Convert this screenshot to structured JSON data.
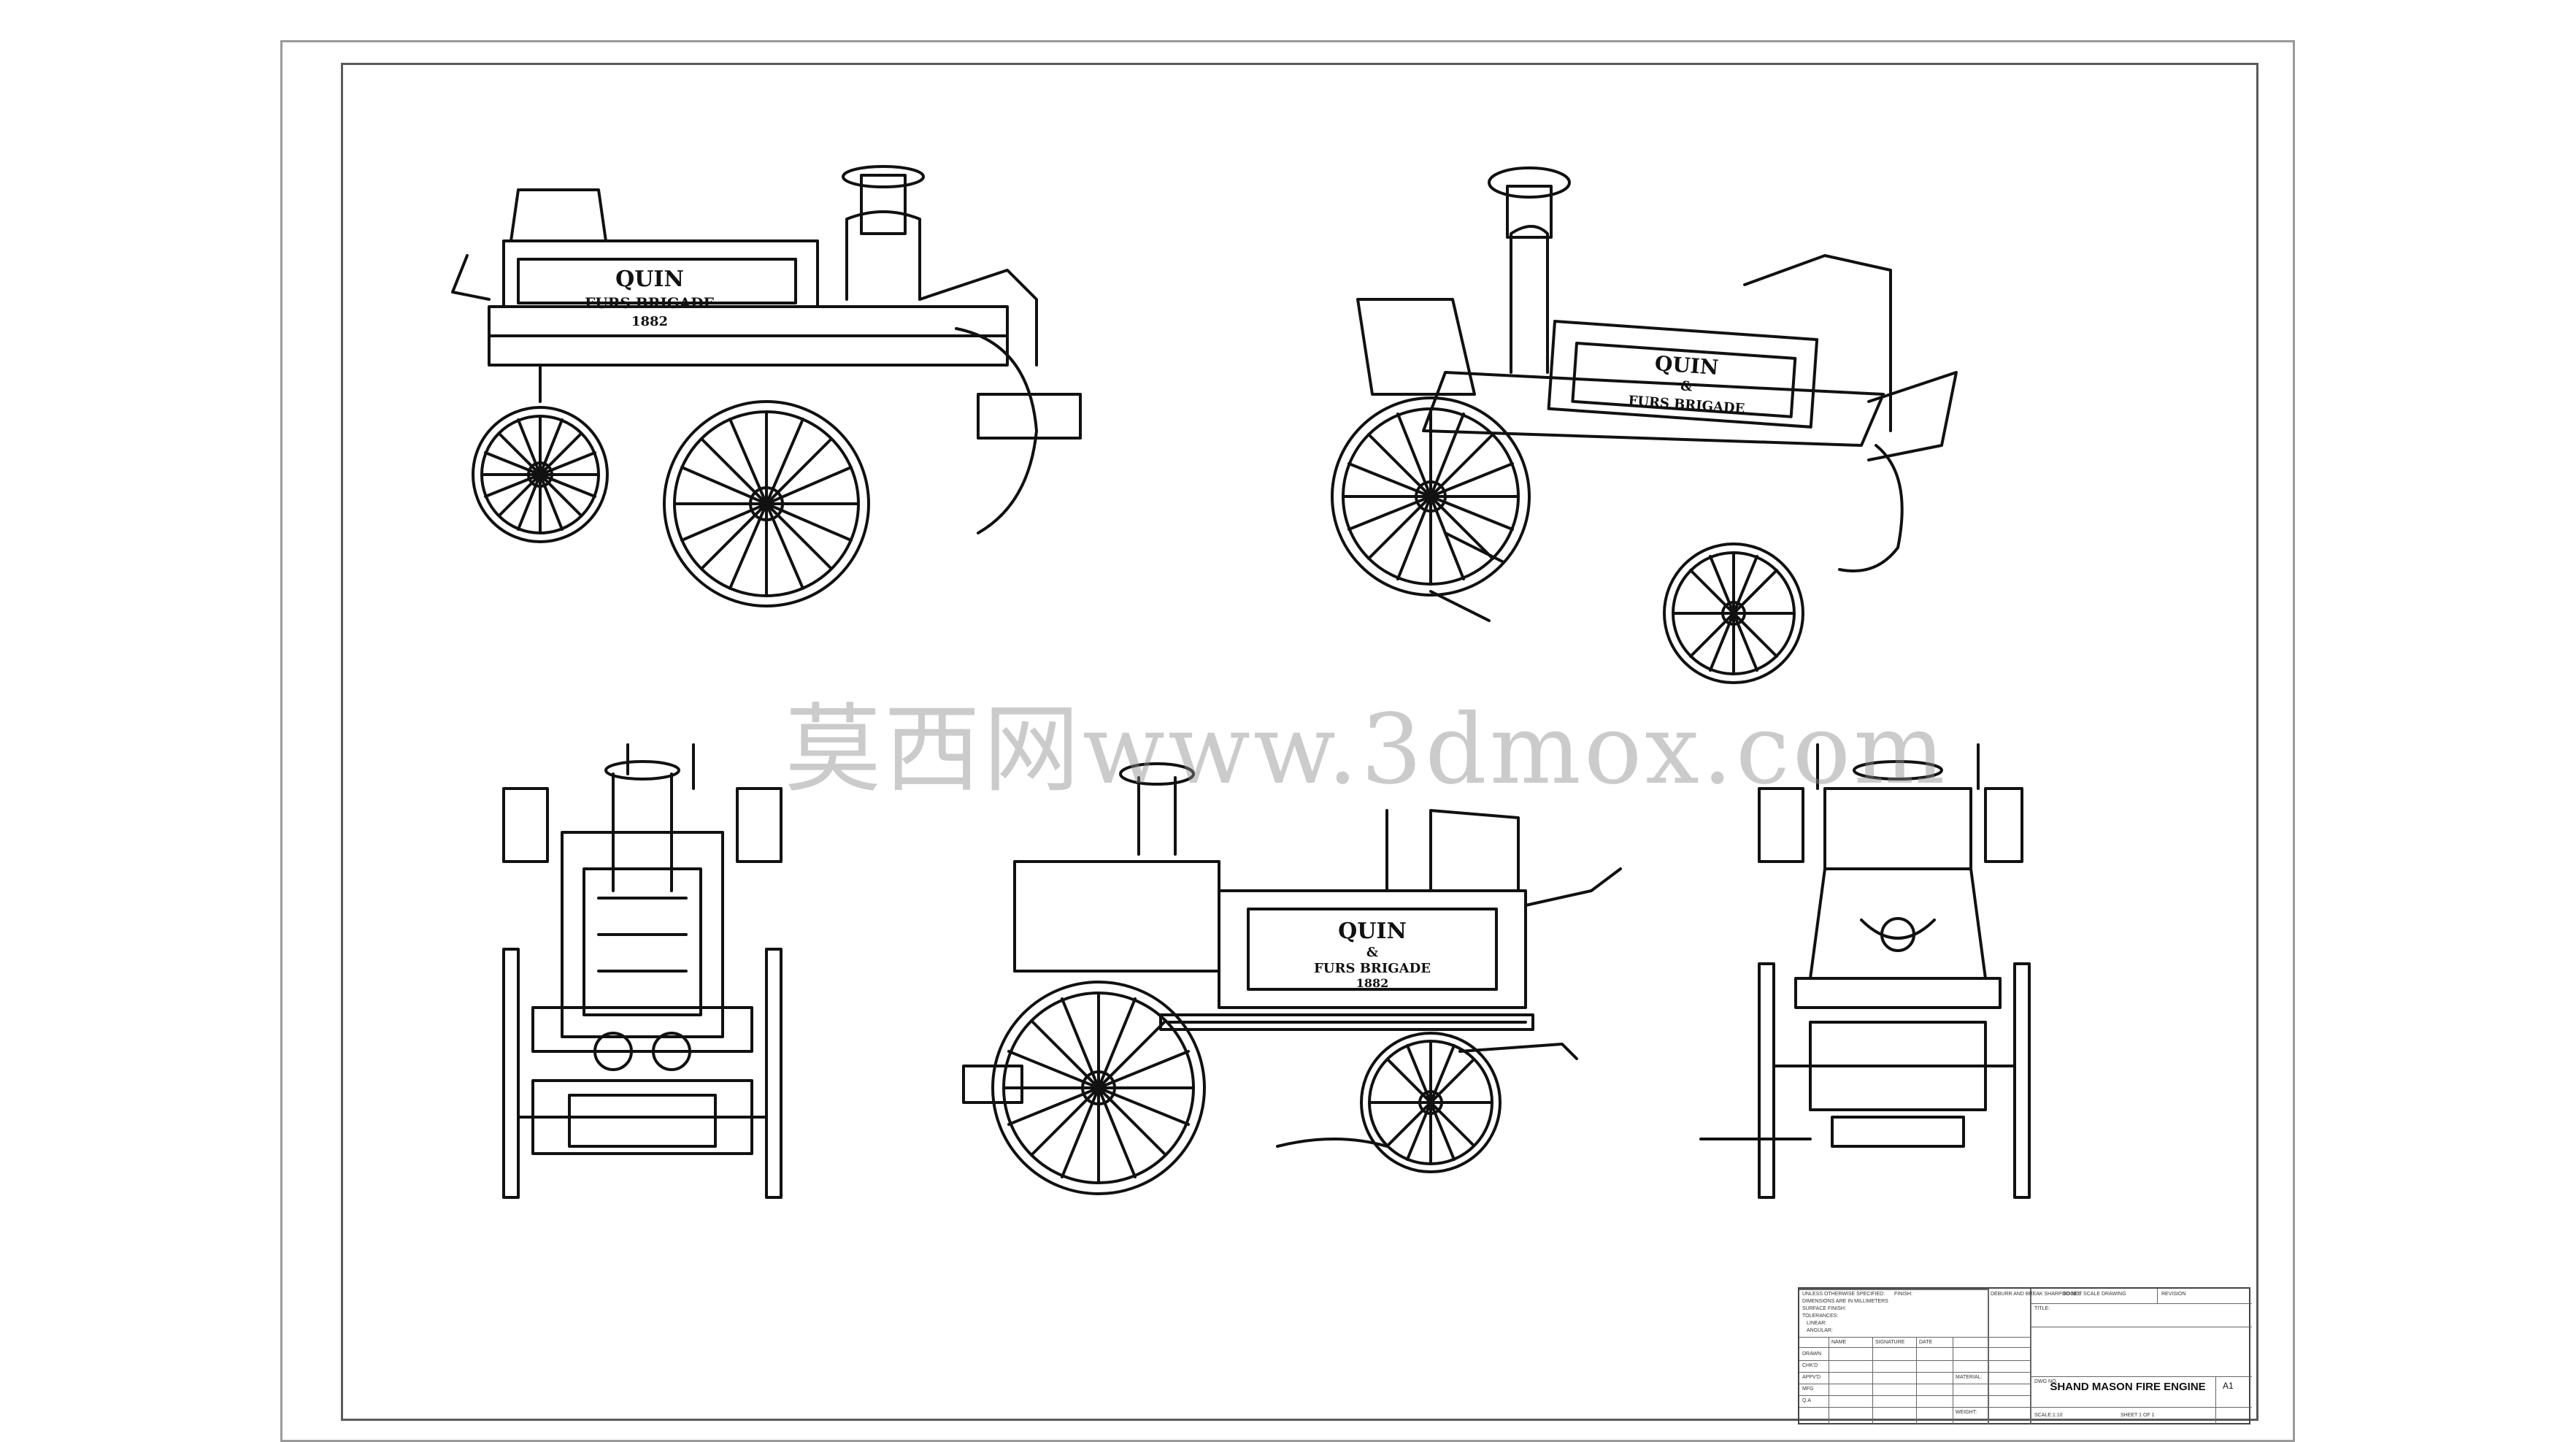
{
  "drawing": {
    "panel_text": {
      "name": "QUIN",
      "ampersand": "&",
      "line": "FURS BRIGADE",
      "year": "1882"
    },
    "watermark": "莫西网www.3dmox.com"
  },
  "title_block": {
    "title": "SHAND MASON FIRE ENGINE",
    "sheet_size": "A1",
    "labels": {
      "unless": "UNLESS OTHERWISE SPECIFIED:",
      "dims": "DIMENSIONS ARE IN MILLIMETERS",
      "surface": "SURFACE FINISH:",
      "tolerances": "TOLERANCES:",
      "linear": "LINEAR:",
      "angular": "ANGULAR:",
      "finish": "FINISH:",
      "deburr": "DEBURR AND BREAK SHARP EDGES",
      "do_not_scale": "DO NOT SCALE DRAWING",
      "revision": "REVISION",
      "name": "NAME",
      "signature": "SIGNATURE",
      "date": "DATE",
      "drawn": "DRAWN",
      "chkd": "CHK'D",
      "appvd": "APPV'D",
      "mfg": "MFG",
      "qa": "Q.A",
      "material": "MATERIAL:",
      "weight": "WEIGHT:",
      "title_label": "TITLE:",
      "dwg_no": "DWG NO.",
      "scale": "SCALE:1:10",
      "sheet": "SHEET 1 OF 1"
    }
  }
}
